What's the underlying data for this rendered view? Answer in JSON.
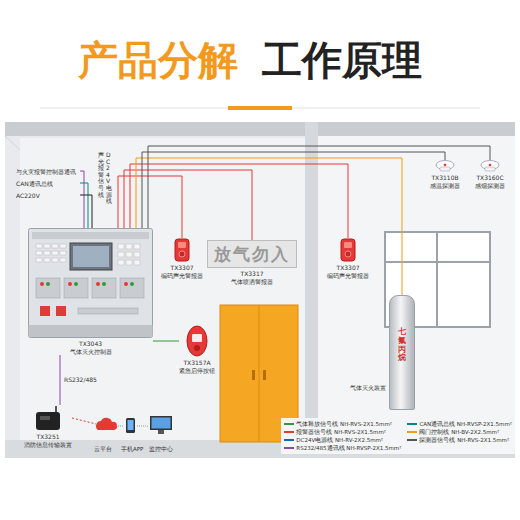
{
  "diagram": {
    "title": "产品分解",
    "nodes": [
      {
        "text": [
          "TX3043",
          "气体灭火控制器"
        ]
      },
      {
        "text": [
          "TX3307",
          "编码声光警报器"
        ]
      },
      {
        "text": [
          "放气勿入",
          "TX3317",
          "气体喷洒警报器"
        ]
      },
      {
        "text": [
          "TX3157A",
          "紧急启停按钮"
        ]
      },
      {
        "text": [
          "TX3307",
          "编码声光警报器"
        ]
      },
      {
        "text": [
          "TX3110B",
          "感温探测器"
        ]
      },
      {
        "text": [
          "TX3160C",
          "感烟探测器"
        ]
      },
      {
        "text": [
          "七氟丙烷",
          "气体灭火装置"
        ]
      },
      {
        "text": [
          "TX3251",
          "消防信息传输装置"
        ]
      }
    ],
    "edges": [
      {
        "from": 0,
        "to": 1,
        "arrow": "none"
      },
      {
        "from": 0,
        "to": 2,
        "arrow": "none"
      },
      {
        "from": 0,
        "to": 4,
        "arrow": "none"
      },
      {
        "from": 0,
        "to": 7,
        "arrow": "none"
      },
      {
        "from": 0,
        "to": 5,
        "arrow": "none"
      },
      {
        "from": 0,
        "to": 6,
        "arrow": "none"
      },
      {
        "from": 0,
        "to": 3,
        "arrow": "none"
      },
      {
        "from": 0,
        "to": 8,
        "label": "RS232/485",
        "arrow": "none"
      }
    ],
    "labels": [
      "工作原理",
      "与火灾报警控制器通讯",
      "CAN通讯总线",
      "AC220V",
      "声光报警信号线",
      "DC24V电源线",
      "云平台",
      "手机APP",
      "监控中心"
    ],
    "legend": [
      {
        "text": "气体释放信号线 NH-RVS-2X1.5mm²",
        "color": "#2e9b3a"
      },
      {
        "text": "报警器信号线 NH-RVS-2X1.5mm²",
        "color": "#e53935"
      },
      {
        "text": "DC24V电源线 NH-RV-2X2.5mm²",
        "color": "#1565c0"
      },
      {
        "text": "RS232/485通讯线 NH-RVSP-2X1.5mm²",
        "color": "#8e44ad"
      },
      {
        "text": "CAN通讯总线 NH-RVSP-2X1.5mm²",
        "color": "#00897b"
      },
      {
        "text": "阀门控制线 NH-BV-2X2.5mm²",
        "color": "#f39c12"
      },
      {
        "text": "探测器信号线 NH-RVS-2X1.5mm²",
        "color": "#555555"
      }
    ]
  }
}
